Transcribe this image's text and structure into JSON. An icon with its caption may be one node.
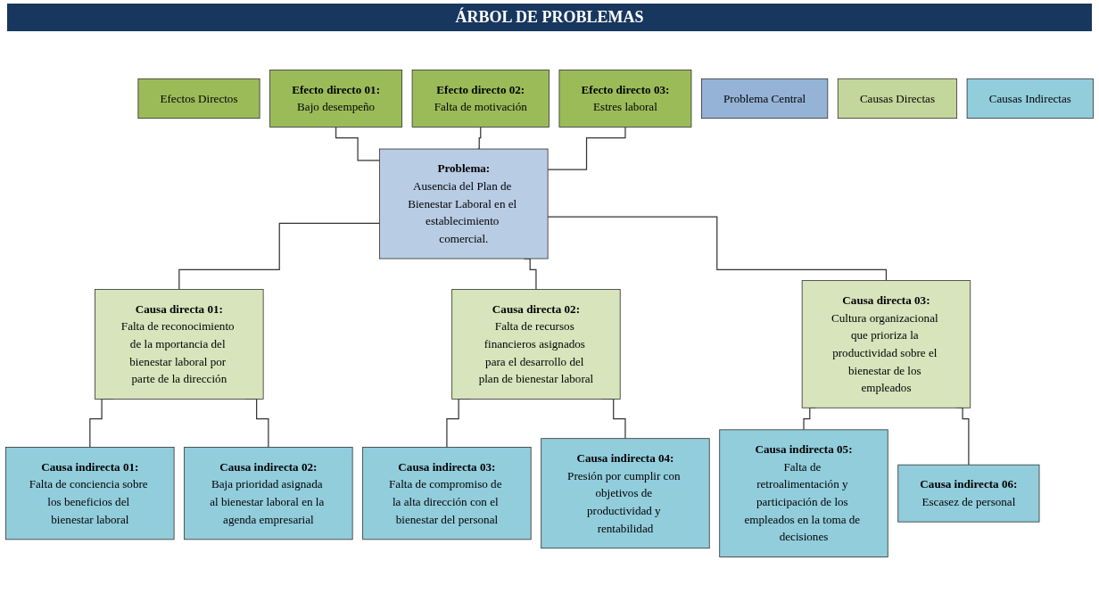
{
  "diagram": {
    "title": "ÁRBOL DE PROBLEMAS",
    "nodes": [
      {
        "text": [
          "Efectos Directos"
        ]
      },
      {
        "text": [
          "Efecto directo 01:",
          "Bajo desempeño"
        ]
      },
      {
        "text": [
          "Efecto directo 02:",
          "Falta de motivación"
        ]
      },
      {
        "text": [
          "Efecto directo 03:",
          "Estres laboral"
        ]
      },
      {
        "text": [
          "Problema Central"
        ]
      },
      {
        "text": [
          "Problema:",
          "Ausencia del Plan de Bienestar Laboral en el establecimiento comercial."
        ]
      },
      {
        "text": [
          "Causas Directas"
        ]
      },
      {
        "text": [
          "Causa directa 01:",
          "Falta de reconocimiento de la mportancia del bienestar laboral por parte de la dirección"
        ]
      },
      {
        "text": [
          "Causa directa 02:",
          "Falta de recursos financieros asignados para el desarrollo del plan de bienestar laboral"
        ]
      },
      {
        "text": [
          "Causa directa 03:",
          "Cultura organizacional que prioriza la productividad sobre el bienestar de los empleados"
        ]
      },
      {
        "text": [
          "Causas Indirectas"
        ]
      },
      {
        "text": [
          "Causa indirecta 01:",
          "Falta de conciencia sobre los beneficios del bienestar laboral"
        ]
      },
      {
        "text": [
          "Causa indirecta 02:",
          "Baja prioridad asignada al bienestar laboral en la agenda empresarial"
        ]
      },
      {
        "text": [
          "Causa indirecta 03:",
          "Falta de compromiso de la alta dirección con el bienestar del personal"
        ]
      },
      {
        "text": [
          "Causa indirecta 04:",
          "Presión por cumplir con objetivos de productividad y rentabilidad"
        ]
      },
      {
        "text": [
          "Causa indirecta 05:",
          "Falta de retroalimentación y participación de los empleados en la toma de decisiones"
        ]
      },
      {
        "text": [
          "Causa indirecta 06:",
          "Escasez de personal"
        ]
      }
    ],
    "edges": [
      {
        "from": 1,
        "to": 5,
        "arrow": "none"
      },
      {
        "from": 2,
        "to": 5,
        "arrow": "none"
      },
      {
        "from": 3,
        "to": 5,
        "arrow": "none"
      },
      {
        "from": 5,
        "to": 7,
        "arrow": "none"
      },
      {
        "from": 5,
        "to": 8,
        "arrow": "none"
      },
      {
        "from": 5,
        "to": 9,
        "arrow": "none"
      },
      {
        "from": 7,
        "to": 11,
        "arrow": "none"
      },
      {
        "from": 7,
        "to": 12,
        "arrow": "none"
      },
      {
        "from": 8,
        "to": 13,
        "arrow": "none"
      },
      {
        "from": 8,
        "to": 14,
        "arrow": "none"
      },
      {
        "from": 9,
        "to": 15,
        "arrow": "none"
      },
      {
        "from": 9,
        "to": 16,
        "arrow": "none"
      }
    ]
  }
}
